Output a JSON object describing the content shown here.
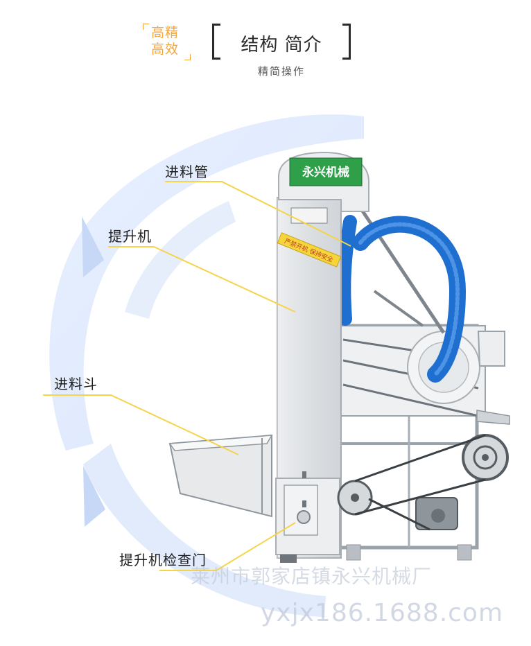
{
  "header": {
    "slogan_line1": "高精",
    "slogan_line2": "高效",
    "title": "结构 简介",
    "subtitle": "精简操作"
  },
  "machine": {
    "brand_sign": "永兴机械",
    "warning_sign": "严禁开机 保持安全"
  },
  "labels": {
    "feed_pipe": "进料管",
    "elevator": "提升机",
    "feed_hopper": "进料斗",
    "elevator_door": "提升机检查门"
  },
  "watermark": {
    "company": "莱州市郭家店镇永兴机械厂",
    "site": "yxjx186.1688.com"
  },
  "colors": {
    "accent_orange": "#f0a640",
    "pipe_blue": "#1e6fd0",
    "swirl_blue": "#dfe9fb",
    "leader_yellow": "#f5d44a",
    "machine_gray": "#e3e6e9"
  }
}
